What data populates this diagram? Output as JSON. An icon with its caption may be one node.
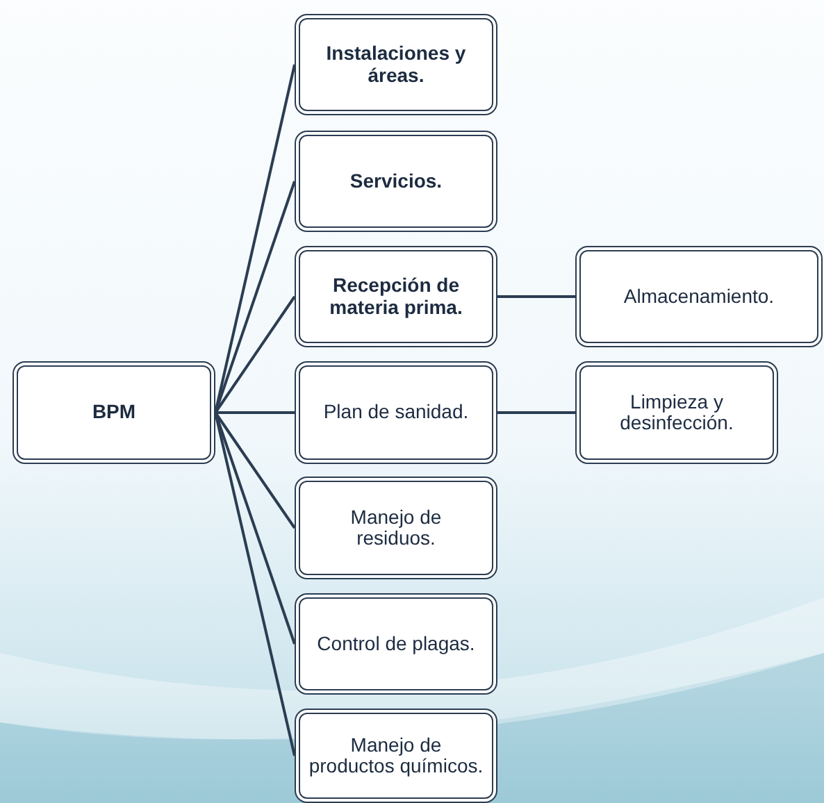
{
  "diagram": {
    "nodes": [
      {
        "text": [
          "BPM"
        ]
      },
      {
        "text": [
          "Instalaciones y áreas."
        ]
      },
      {
        "text": [
          "Servicios."
        ]
      },
      {
        "text": [
          "Recepción de materia prima."
        ]
      },
      {
        "text": [
          "Almacenamiento."
        ]
      },
      {
        "text": [
          "Plan de sanidad."
        ]
      },
      {
        "text": [
          "Limpieza y desinfección."
        ]
      },
      {
        "text": [
          "Manejo de residuos."
        ]
      },
      {
        "text": [
          "Control de plagas."
        ]
      },
      {
        "text": [
          "Manejo de productos químicos."
        ]
      }
    ],
    "edges": [
      {
        "from": 0,
        "to": 1,
        "arrow": "none"
      },
      {
        "from": 0,
        "to": 2,
        "arrow": "none"
      },
      {
        "from": 0,
        "to": 3,
        "arrow": "none"
      },
      {
        "from": 0,
        "to": 5,
        "arrow": "none"
      },
      {
        "from": 0,
        "to": 7,
        "arrow": "none"
      },
      {
        "from": 0,
        "to": 8,
        "arrow": "none"
      },
      {
        "from": 0,
        "to": 9,
        "arrow": "none"
      },
      {
        "from": 3,
        "to": 4,
        "arrow": "none"
      },
      {
        "from": 5,
        "to": 6,
        "arrow": "none"
      }
    ]
  }
}
